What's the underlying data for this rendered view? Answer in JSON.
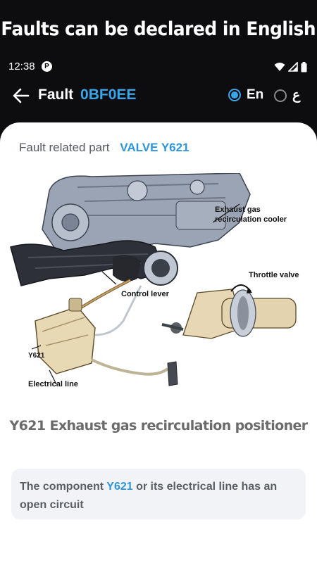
{
  "promo_banner": "Faults can be declared in English",
  "status_bar": {
    "time": "12:38",
    "notification_badge": "P"
  },
  "app_bar": {
    "title": "Fault",
    "fault_code": "0BF0EE",
    "language_options": [
      {
        "label": "En",
        "selected": true
      },
      {
        "label": "ع",
        "selected": false
      }
    ]
  },
  "content": {
    "related_part_label": "Fault related part",
    "related_part_value": "VALVE Y621",
    "diagram_labels": {
      "cooler_line1": "Exhaust gas",
      "cooler_line2": "recirculation cooler",
      "throttle": "Throttle valve",
      "control_lever": "Control lever",
      "y621": "Y621",
      "electrical_line": "Electrical line"
    },
    "diagram_caption": "Y621 Exhaust gas recirculation positioner",
    "description_before": "The component ",
    "description_highlight": "Y621",
    "description_after": " or its electrical line has an open circuit"
  },
  "colors": {
    "accent": "#3aa6ea",
    "background": "#0d0d0f",
    "card": "#f1f3f6"
  }
}
